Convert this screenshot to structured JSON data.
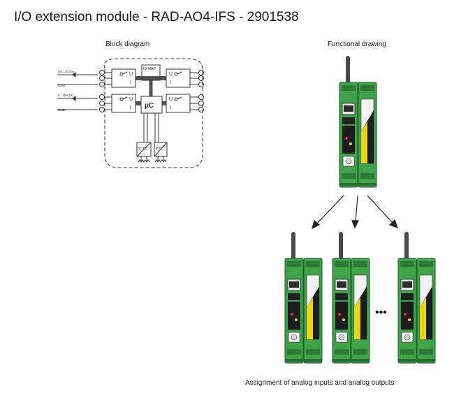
{
  "title": "I/O extension module - RAD-AO4-IFS - 2901538",
  "block_diagram": {
    "caption": "Block diagram",
    "left_labels": [
      "0/4...20 mA",
      "GND",
      "0...10V DC",
      "GND"
    ],
    "io_map_label": "IO-MAP",
    "micro_label": "µC",
    "mode_u": "U",
    "mode_i": "I",
    "dcdc_label": "DC DC",
    "ifs_label": "IFS"
  },
  "functional_drawing": {
    "caption": "Functional drawing",
    "ellipsis": "•••",
    "footer_caption": "Assignment of analog inputs and analog outputs"
  },
  "colors": {
    "module_green": "#3fa14a",
    "module_dark": "#222222",
    "accent_yellow": "#e8d51a",
    "line": "#333333"
  }
}
